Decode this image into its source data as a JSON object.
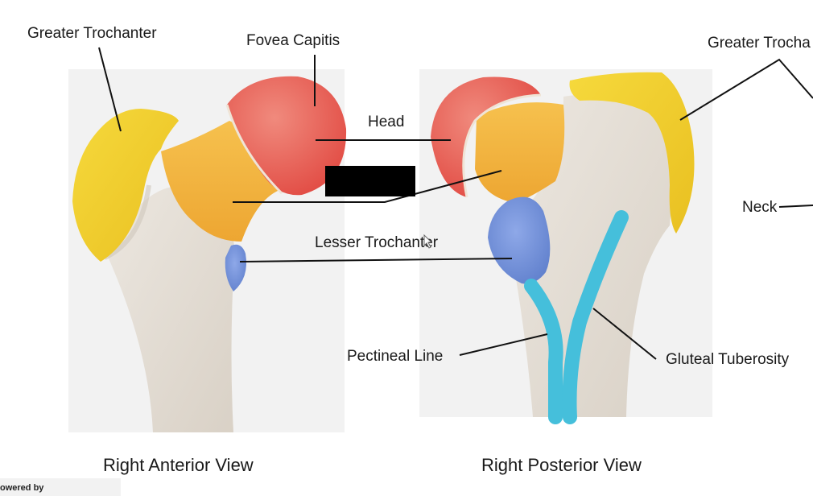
{
  "labels": {
    "greater_trochanter_left": "Greater Trochanter",
    "fovea_capitis": "Fovea Capitis",
    "greater_trochanter_right": "Greater Trocha",
    "head": "Head",
    "neck": "Neck",
    "lesser_trochanter": "Lesser Trochanter",
    "pectineal_line": "Pectineal Line",
    "gluteal_tuberosity": "Gluteal Tuberosity"
  },
  "captions": {
    "anterior": "Right Anterior View",
    "posterior": "Right Posterior View"
  },
  "footer": {
    "powered_by": "owered by"
  },
  "colors": {
    "panel_bg": "#f2f2f2",
    "bone": "#e3ddd5",
    "head": "#e8584f",
    "neck": "#f2b23d",
    "greater_trochanter": "#f2cf2e",
    "lesser_trochanter": "#6f8ed8",
    "gluteal_lines": "#4cc3dd",
    "leader_line": "#111111",
    "redaction": "#000000"
  }
}
